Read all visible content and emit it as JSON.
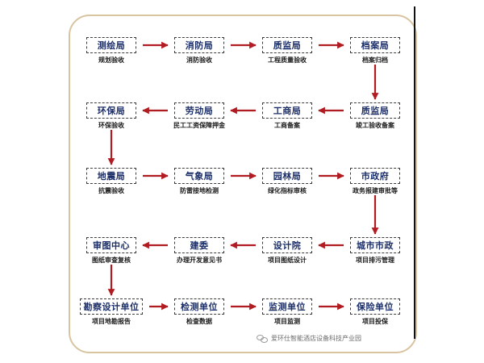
{
  "nodes": [
    {
      "id": "n1",
      "label": "测绘局",
      "caption": "规划验收"
    },
    {
      "id": "n2",
      "label": "消防局",
      "caption": "消防验收"
    },
    {
      "id": "n3",
      "label": "质监局",
      "caption": "工程质量验收"
    },
    {
      "id": "n4",
      "label": "档案局",
      "caption": "档案归档"
    },
    {
      "id": "n5",
      "label": "质监局",
      "caption": "竣工验收备案"
    },
    {
      "id": "n6",
      "label": "工商局",
      "caption": "工商备案"
    },
    {
      "id": "n7",
      "label": "劳动局",
      "caption": "民工工资保障押金"
    },
    {
      "id": "n8",
      "label": "环保局",
      "caption": "环保验收"
    },
    {
      "id": "n9",
      "label": "地震局",
      "caption": "抗震验收"
    },
    {
      "id": "n10",
      "label": "气象局",
      "caption": "防雷接地检测"
    },
    {
      "id": "n11",
      "label": "园林局",
      "caption": "绿化指标审核"
    },
    {
      "id": "n12",
      "label": "市政府",
      "caption": "政务报建审批等"
    },
    {
      "id": "n13",
      "label": "城市市政",
      "caption": "项目排污管理"
    },
    {
      "id": "n14",
      "label": "设计院",
      "caption": "项目图纸设计"
    },
    {
      "id": "n15",
      "label": "建委",
      "caption": "办理开发意见书"
    },
    {
      "id": "n16",
      "label": "审图中心",
      "caption": "图纸审查复核"
    },
    {
      "id": "n17",
      "label": "勘察设计单位",
      "caption": "项目地勘报告"
    },
    {
      "id": "n18",
      "label": "检测单位",
      "caption": "检查数据"
    },
    {
      "id": "n19",
      "label": "监测单位",
      "caption": "项目监测"
    },
    {
      "id": "n20",
      "label": "保险单位",
      "caption": "项目投保"
    }
  ],
  "edges": [
    [
      "n1",
      "n2"
    ],
    [
      "n2",
      "n3"
    ],
    [
      "n3",
      "n4"
    ],
    [
      "n4",
      "n5"
    ],
    [
      "n5",
      "n6"
    ],
    [
      "n6",
      "n7"
    ],
    [
      "n7",
      "n8"
    ],
    [
      "n8",
      "n9"
    ],
    [
      "n9",
      "n10"
    ],
    [
      "n10",
      "n11"
    ],
    [
      "n11",
      "n12"
    ],
    [
      "n12",
      "n13"
    ],
    [
      "n13",
      "n14"
    ],
    [
      "n14",
      "n15"
    ],
    [
      "n15",
      "n16"
    ],
    [
      "n16",
      "n17"
    ],
    [
      "n17",
      "n18"
    ],
    [
      "n18",
      "n19"
    ],
    [
      "n19",
      "n20"
    ]
  ],
  "colors": {
    "arrow": "#b01c22",
    "frame": "#d8c4a0",
    "box_text": "#1c2f68"
  },
  "watermark": {
    "text": "爱环仕智能酒店设备科技产业园",
    "icon": "wechat-icon"
  }
}
